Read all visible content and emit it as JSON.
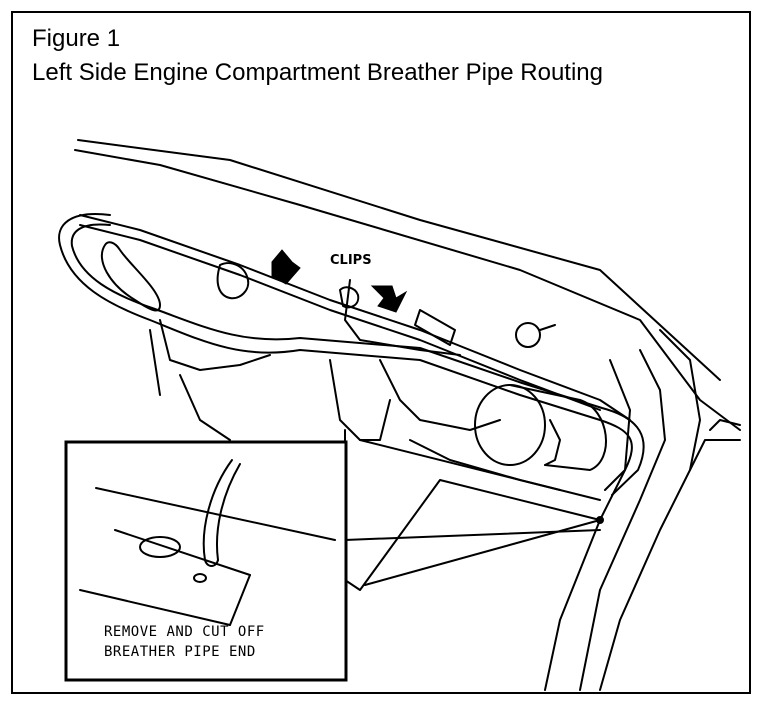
{
  "figure": {
    "label": "Figure 1",
    "title": "Left Side Engine Compartment Breather Pipe Routing"
  },
  "callouts": {
    "clips": "CLIPS"
  },
  "inset": {
    "line1": "REMOVE AND CUT OFF",
    "line2": "BREATHER PIPE END"
  },
  "colors": {
    "ink": "#000000",
    "paper": "#ffffff"
  }
}
